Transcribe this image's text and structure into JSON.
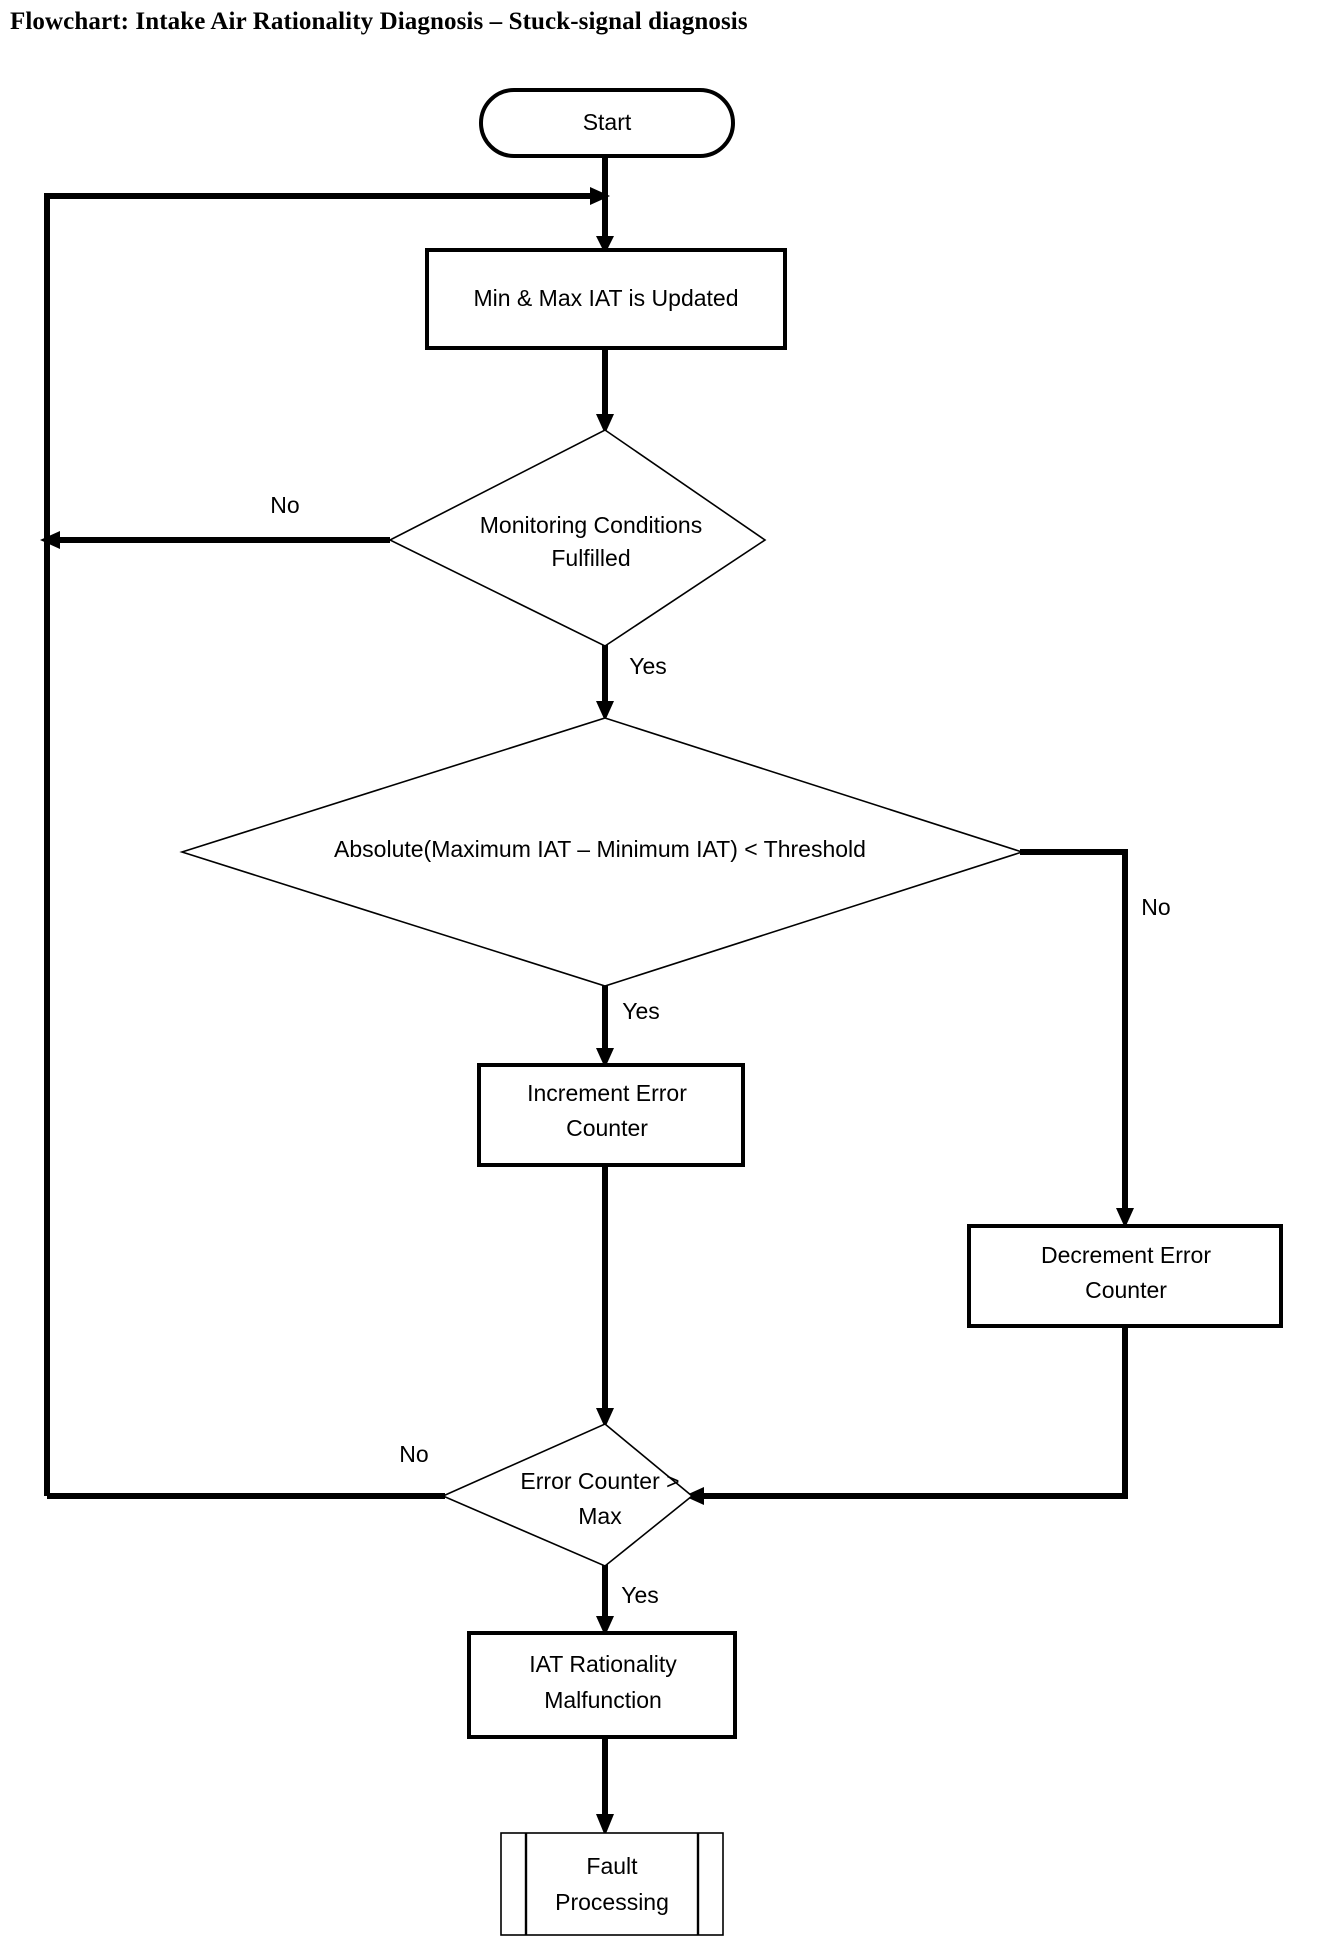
{
  "document": {
    "title": "Flowchart: Intake Air Rationality Diagnosis – Stuck-signal diagnosis"
  },
  "chart_data": {
    "type": "diagram",
    "diagram_kind": "flowchart",
    "title": "Flowchart: Intake Air Rationality Diagnosis – Stuck-signal diagnosis",
    "orientation": "top-to-bottom",
    "nodes": [
      {
        "id": "start",
        "shape": "terminator",
        "label": "Start"
      },
      {
        "id": "update",
        "shape": "process",
        "label": "Min & Max IAT is Updated"
      },
      {
        "id": "moncond",
        "shape": "decision",
        "label_line1": "Monitoring Conditions",
        "label_line2": "Fulfilled"
      },
      {
        "id": "threshold",
        "shape": "decision",
        "label": "Absolute(Maximum IAT – Minimum IAT) < Threshold"
      },
      {
        "id": "increment",
        "shape": "process",
        "label_line1": "Increment Error",
        "label_line2": "Counter"
      },
      {
        "id": "decrement",
        "shape": "process",
        "label_line1": "Decrement Error",
        "label_line2": "Counter"
      },
      {
        "id": "errcount",
        "shape": "decision",
        "label_line1": "Error Counter >",
        "label_line2": "Max"
      },
      {
        "id": "malfunction",
        "shape": "process",
        "label_line1": "IAT Rationality",
        "label_line2": "Malfunction"
      },
      {
        "id": "fault",
        "shape": "predefined-process",
        "label_line1": "Fault",
        "label_line2": "Processing"
      }
    ],
    "edges": [
      {
        "from": "start",
        "to": "update",
        "label": ""
      },
      {
        "from": "update",
        "to": "moncond",
        "label": ""
      },
      {
        "from": "moncond",
        "to": "update",
        "label": "No",
        "label_position": "left"
      },
      {
        "from": "moncond",
        "to": "threshold",
        "label": "Yes",
        "label_position": "below"
      },
      {
        "from": "threshold",
        "to": "increment",
        "label": "Yes",
        "label_position": "below"
      },
      {
        "from": "threshold",
        "to": "decrement",
        "label": "No",
        "label_position": "right"
      },
      {
        "from": "increment",
        "to": "errcount",
        "label": ""
      },
      {
        "from": "decrement",
        "to": "errcount",
        "label": ""
      },
      {
        "from": "errcount",
        "to": "update",
        "label": "No",
        "label_position": "left"
      },
      {
        "from": "errcount",
        "to": "malfunction",
        "label": "Yes",
        "label_position": "below"
      },
      {
        "from": "malfunction",
        "to": "fault",
        "label": ""
      }
    ],
    "edge_labels": {
      "no_moncond": "No",
      "yes_moncond": "Yes",
      "yes_threshold": "Yes",
      "no_threshold": "No",
      "no_errcount": "No",
      "yes_errcount": "Yes"
    },
    "colors": {
      "stroke": "#000000",
      "fill": "#ffffff",
      "text": "#000000"
    }
  }
}
